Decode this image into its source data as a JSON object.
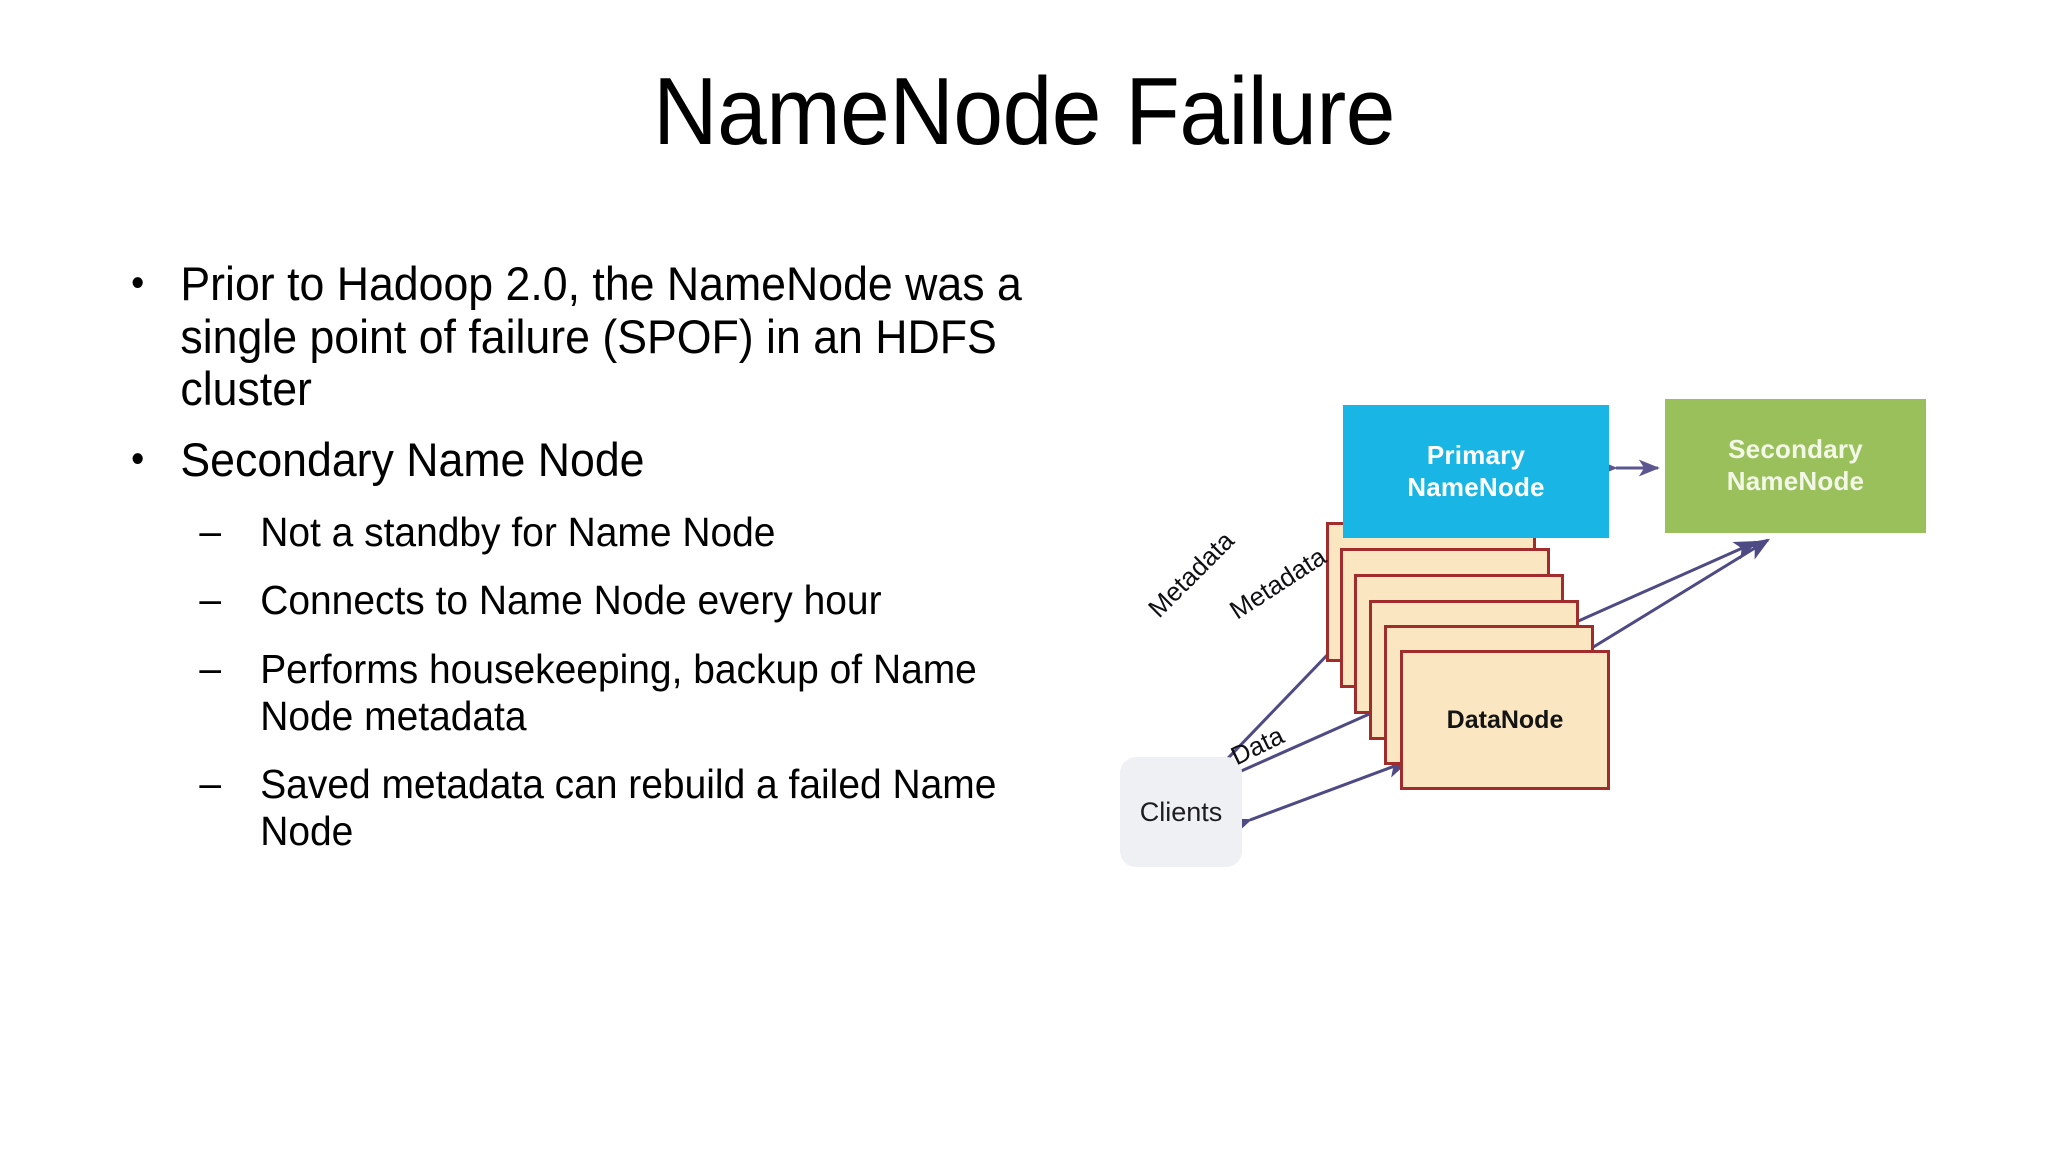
{
  "slide": {
    "title": "NameNode Failure",
    "bullets": [
      {
        "level": 1,
        "marker": "•",
        "text": "Prior to Hadoop 2.0, the NameNode was a single point of failure (SPOF) in an HDFS cluster"
      },
      {
        "level": 1,
        "marker": "•",
        "text": "Secondary Name Node"
      },
      {
        "level": 2,
        "marker": "–",
        "text": "Not a standby for Name Node"
      },
      {
        "level": 2,
        "marker": "–",
        "text": "Connects to Name Node every hour"
      },
      {
        "level": 2,
        "marker": "–",
        "text": "Performs housekeeping, backup of Name Node metadata"
      },
      {
        "level": 2,
        "marker": "–",
        "text": "Saved metadata can rebuild a failed Name Node"
      }
    ]
  },
  "diagram": {
    "nodes": {
      "primary_namenode": {
        "line1": "Primary",
        "line2": "NameNode",
        "color": "#19b5e5",
        "text_color": "#ffffff"
      },
      "secondary_namenode": {
        "line1": "Secondary",
        "line2": "NameNode",
        "color": "#9ac05c",
        "text_color": "#f3f7e8"
      },
      "clients": {
        "label": "Clients",
        "color": "#eff0f4",
        "text_color": "#1d1d20"
      },
      "datanode": {
        "label": "DataNode",
        "fill": "#fae7c2",
        "border": "#a02c2c",
        "stack_count": 6
      }
    },
    "edge_labels": {
      "metadata_primary": "Metadata",
      "metadata_secondary": "Metadata",
      "data": "Data"
    },
    "arrow_color": "#4e4a84"
  }
}
